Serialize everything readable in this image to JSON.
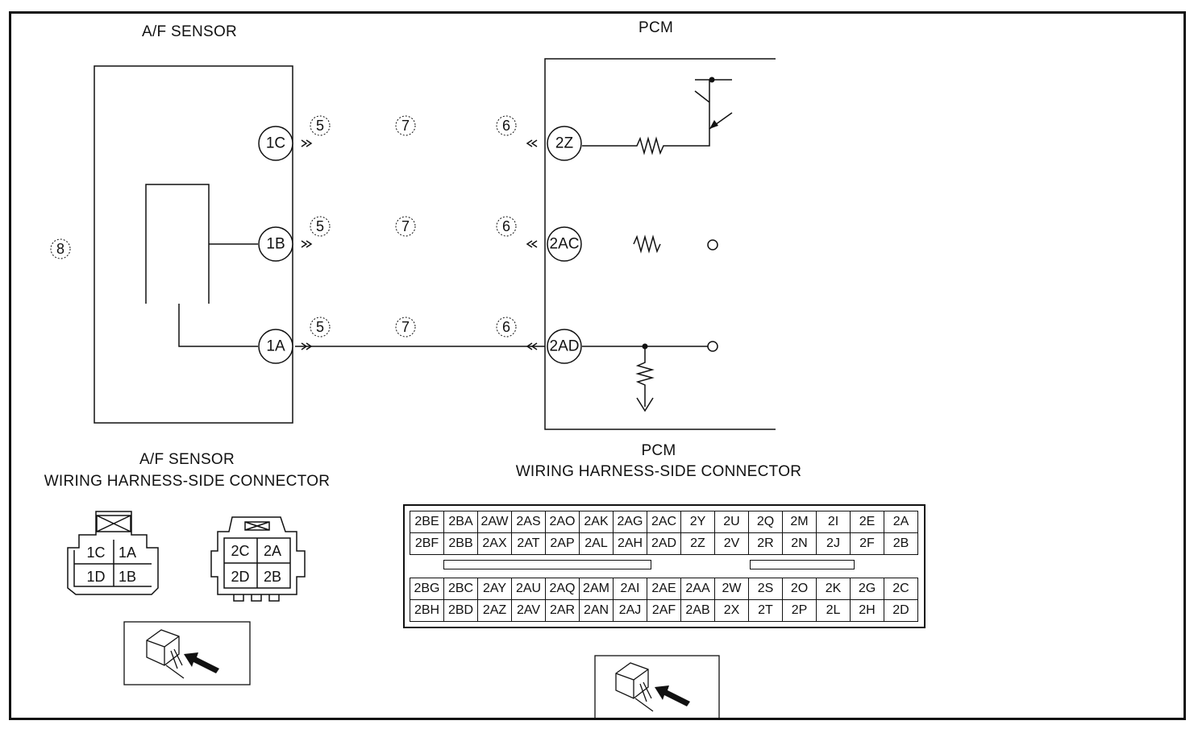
{
  "sensor": {
    "title": "A/F SENSOR",
    "pins": [
      "1C",
      "1B",
      "1A"
    ],
    "conn_title_1": "A/F SENSOR",
    "conn_title_2": "WIRING HARNESS-SIDE CONNECTOR",
    "conn_a": {
      "row1": [
        "1C",
        "1A"
      ],
      "row2": [
        "1D",
        "1B"
      ]
    },
    "conn_b": {
      "row1": [
        "2C",
        "2A"
      ],
      "row2": [
        "2D",
        "2B"
      ]
    }
  },
  "pcm": {
    "title": "PCM",
    "pins": [
      "2Z",
      "2AC",
      "2AD"
    ],
    "conn_title_1": "PCM",
    "conn_title_2": "WIRING HARNESS-SIDE CONNECTOR",
    "grid_top": [
      [
        "2BE",
        "2BA",
        "2AW",
        "2AS",
        "2AO",
        "2AK",
        "2AG",
        "2AC",
        "2Y",
        "2U",
        "2Q",
        "2M",
        "2I",
        "2E",
        "2A"
      ],
      [
        "2BF",
        "2BB",
        "2AX",
        "2AT",
        "2AP",
        "2AL",
        "2AH",
        "2AD",
        "2Z",
        "2V",
        "2R",
        "2N",
        "2J",
        "2F",
        "2B"
      ]
    ],
    "grid_bottom": [
      [
        "2BG",
        "2BC",
        "2AY",
        "2AU",
        "2AQ",
        "2AM",
        "2AI",
        "2AE",
        "2AA",
        "2W",
        "2S",
        "2O",
        "2K",
        "2G",
        "2C"
      ],
      [
        "2BH",
        "2BD",
        "2AZ",
        "2AV",
        "2AR",
        "2AN",
        "2AJ",
        "2AF",
        "2AB",
        "2X",
        "2T",
        "2P",
        "2L",
        "2H",
        "2D"
      ]
    ]
  },
  "callouts": {
    "sensor_side": "5",
    "middle": "7",
    "pcm_side": "6",
    "left": "8"
  }
}
